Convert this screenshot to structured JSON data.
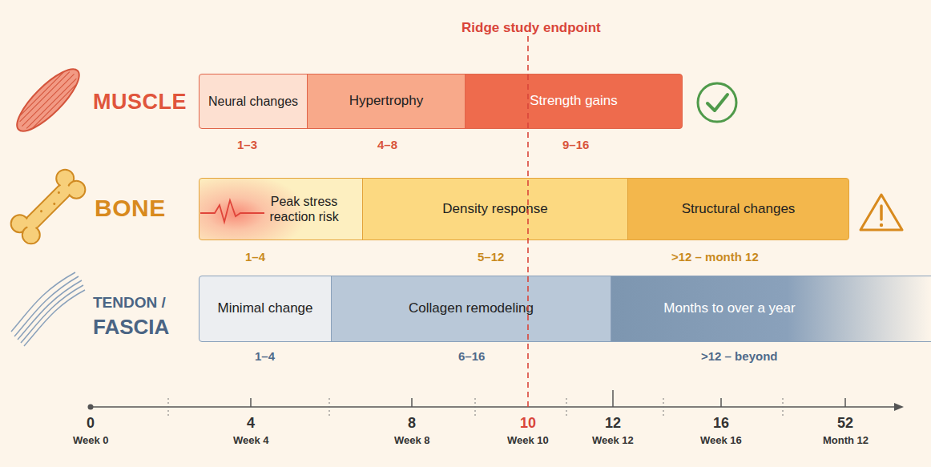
{
  "diagram": {
    "nodes": [
      {
        "text": [
          "Neural changes"
        ]
      },
      {
        "text": [
          "Hypertrophy"
        ]
      },
      {
        "text": [
          "Strength gains"
        ]
      },
      {
        "text": [
          "Peak stress reaction risk"
        ]
      },
      {
        "text": [
          "Density response"
        ]
      },
      {
        "text": [
          "Structural changes"
        ]
      },
      {
        "text": [
          "Minimal change"
        ]
      },
      {
        "text": [
          "Collagen remodeling"
        ]
      },
      {
        "text": [
          "Months to over a year"
        ]
      }
    ],
    "labels": [
      "Ridge study endpoint",
      "MUSCLE",
      "1–3",
      "4–8",
      "9–16",
      "BONE",
      "1–4",
      "5–12",
      ">12 – month 12",
      "TENDON /",
      "FASCIA",
      "1–4",
      "6–16",
      ">12 – beyond",
      "0",
      "Week 0",
      "4",
      "Week 4",
      "8",
      "Week 8",
      "10",
      "Week 10",
      "12",
      "Week 12",
      "16",
      "Week 16",
      "52",
      "Month 12"
    ]
  }
}
